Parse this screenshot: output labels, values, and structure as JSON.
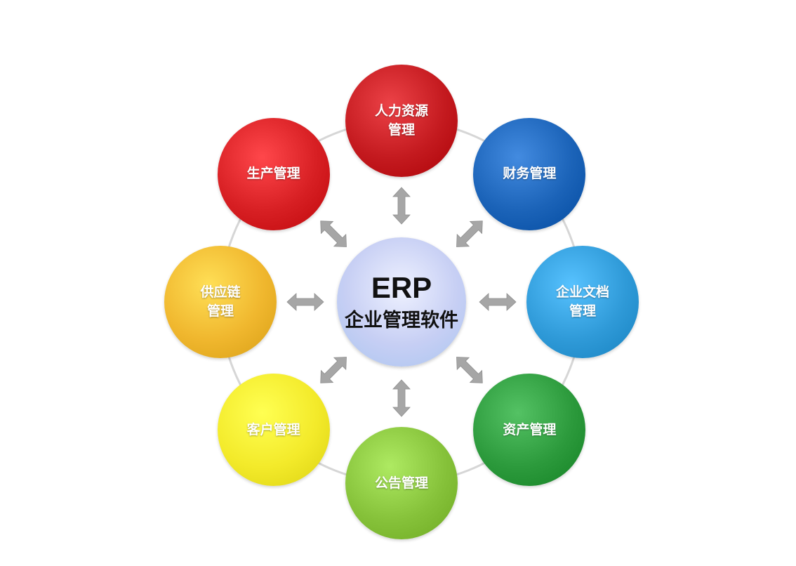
{
  "center": {
    "title": "ERP",
    "subtitle": "企业管理软件"
  },
  "modules": [
    {
      "lines": [
        "人力资源",
        "管理"
      ],
      "color": "#c41a1f"
    },
    {
      "lines": [
        "财务管理"
      ],
      "color": "#1b63b8"
    },
    {
      "lines": [
        "企业文档",
        "管理"
      ],
      "color": "#2f9ad8"
    },
    {
      "lines": [
        "资产管理"
      ],
      "color": "#2c9a3c"
    },
    {
      "lines": [
        "公告管理"
      ],
      "color": "#86c23a"
    },
    {
      "lines": [
        "客户管理"
      ],
      "color": "#f3ea2a"
    },
    {
      "lines": [
        "供应链",
        "管理"
      ],
      "color": "#f0b72e"
    },
    {
      "lines": [
        "生产管理"
      ],
      "color": "#d71f23"
    }
  ],
  "colors": {
    "ring": "#d6d6d6",
    "arrow": "#a6a6a6"
  }
}
